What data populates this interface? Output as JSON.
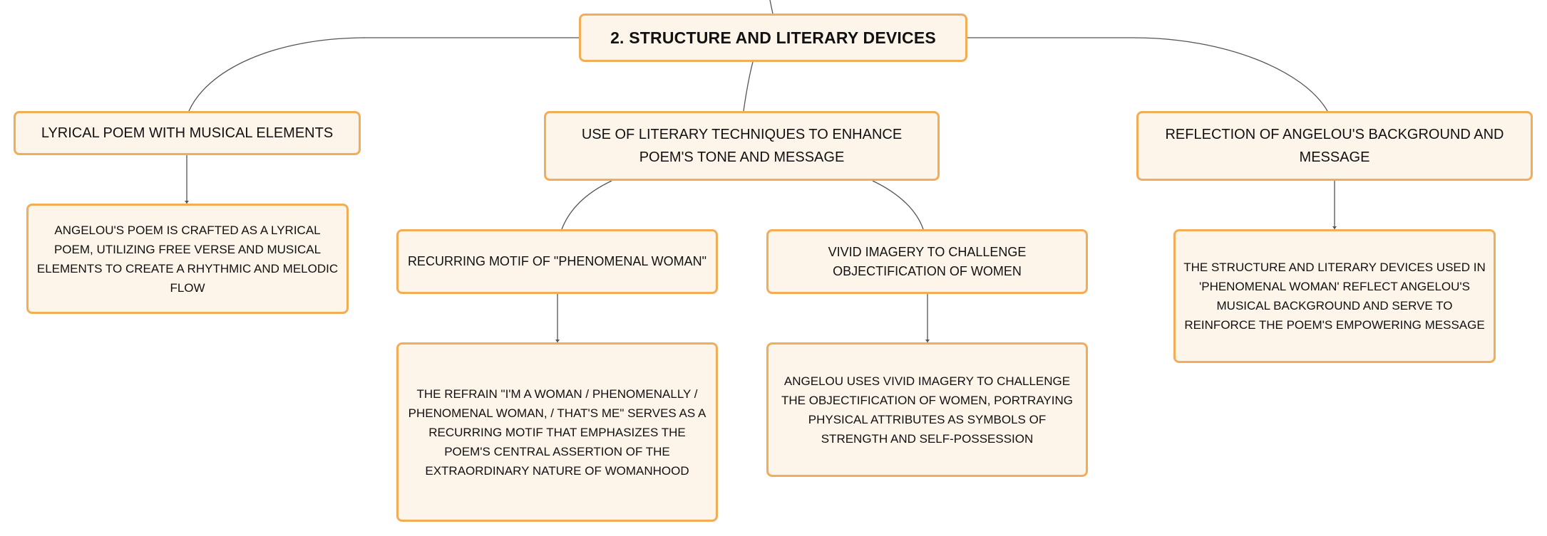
{
  "mindmap": {
    "root": {
      "label": "2. STRUCTURE AND LITERARY DEVICES"
    },
    "topics": [
      {
        "label": "LYRICAL POEM WITH MUSICAL ELEMENTS",
        "children": [
          {
            "label": "ANGELOU'S POEM IS CRAFTED AS A LYRICAL POEM, UTILIZING FREE VERSE AND MUSICAL ELEMENTS TO CREATE A RHYTHMIC AND MELODIC FLOW"
          }
        ]
      },
      {
        "label": "USE OF LITERARY TECHNIQUES TO ENHANCE POEM'S TONE AND MESSAGE",
        "children": [
          {
            "label": "RECURRING MOTIF OF \"PHENOMENAL WOMAN\"",
            "children": [
              {
                "label": "THE REFRAIN \"I'M A WOMAN / PHENOMENALLY / PHENOMENAL WOMAN, / THAT'S ME\" SERVES AS A RECURRING MOTIF THAT EMPHASIZES THE POEM'S CENTRAL ASSERTION OF THE EXTRAORDINARY NATURE OF WOMANHOOD"
              }
            ]
          },
          {
            "label": "VIVID IMAGERY TO CHALLENGE OBJECTIFICATION OF WOMEN",
            "children": [
              {
                "label": "ANGELOU USES VIVID IMAGERY TO CHALLENGE THE OBJECTIFICATION OF WOMEN, PORTRAYING PHYSICAL ATTRIBUTES AS SYMBOLS OF STRENGTH AND SELF-POSSESSION"
              }
            ]
          }
        ]
      },
      {
        "label": "REFLECTION OF ANGELOU'S BACKGROUND AND MESSAGE",
        "children": [
          {
            "label": "THE STRUCTURE AND LITERARY DEVICES USED IN 'PHENOMENAL WOMAN' REFLECT ANGELOU'S MUSICAL BACKGROUND AND SERVE TO REINFORCE THE POEM'S EMPOWERING MESSAGE"
          }
        ]
      }
    ]
  },
  "colors": {
    "node_fill": "#fdf4ea",
    "node_border": "#f2ad57",
    "connector": "#555555",
    "text": "#111111"
  }
}
